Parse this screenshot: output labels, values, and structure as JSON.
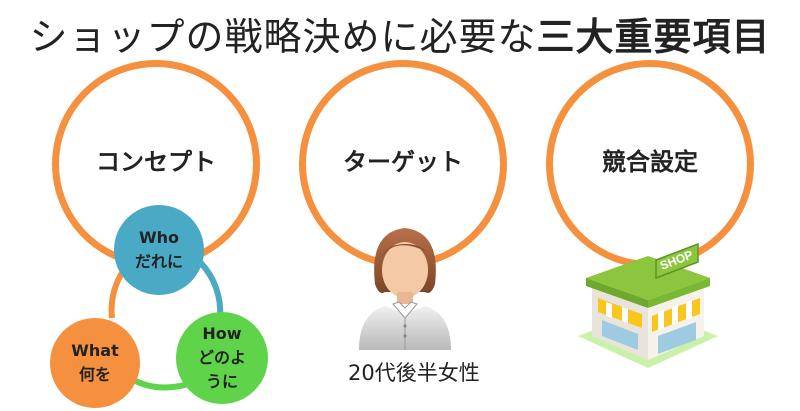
{
  "title": {
    "normal": "ショップの戦略決めに必要な",
    "bold": "三大重要項目"
  },
  "items": [
    {
      "label": "コンセプト"
    },
    {
      "label": "ターゲット"
    },
    {
      "label": "競合設定"
    }
  ],
  "concept_cycle": [
    {
      "line1": "Who",
      "line2": "だれに",
      "color": "#4aaac5"
    },
    {
      "line1": "What",
      "line2": "何を",
      "color": "#f5913e"
    },
    {
      "line1": "How",
      "line2": "どのよ",
      "line3": "うに",
      "color": "#5fd44a"
    }
  ],
  "target_caption": "20代後半女性",
  "shop_sign": "SHOP",
  "colors": {
    "ring": "#f5913e",
    "ring_inner": "#4aaac5",
    "ring_bottom": "#5fd44a"
  }
}
